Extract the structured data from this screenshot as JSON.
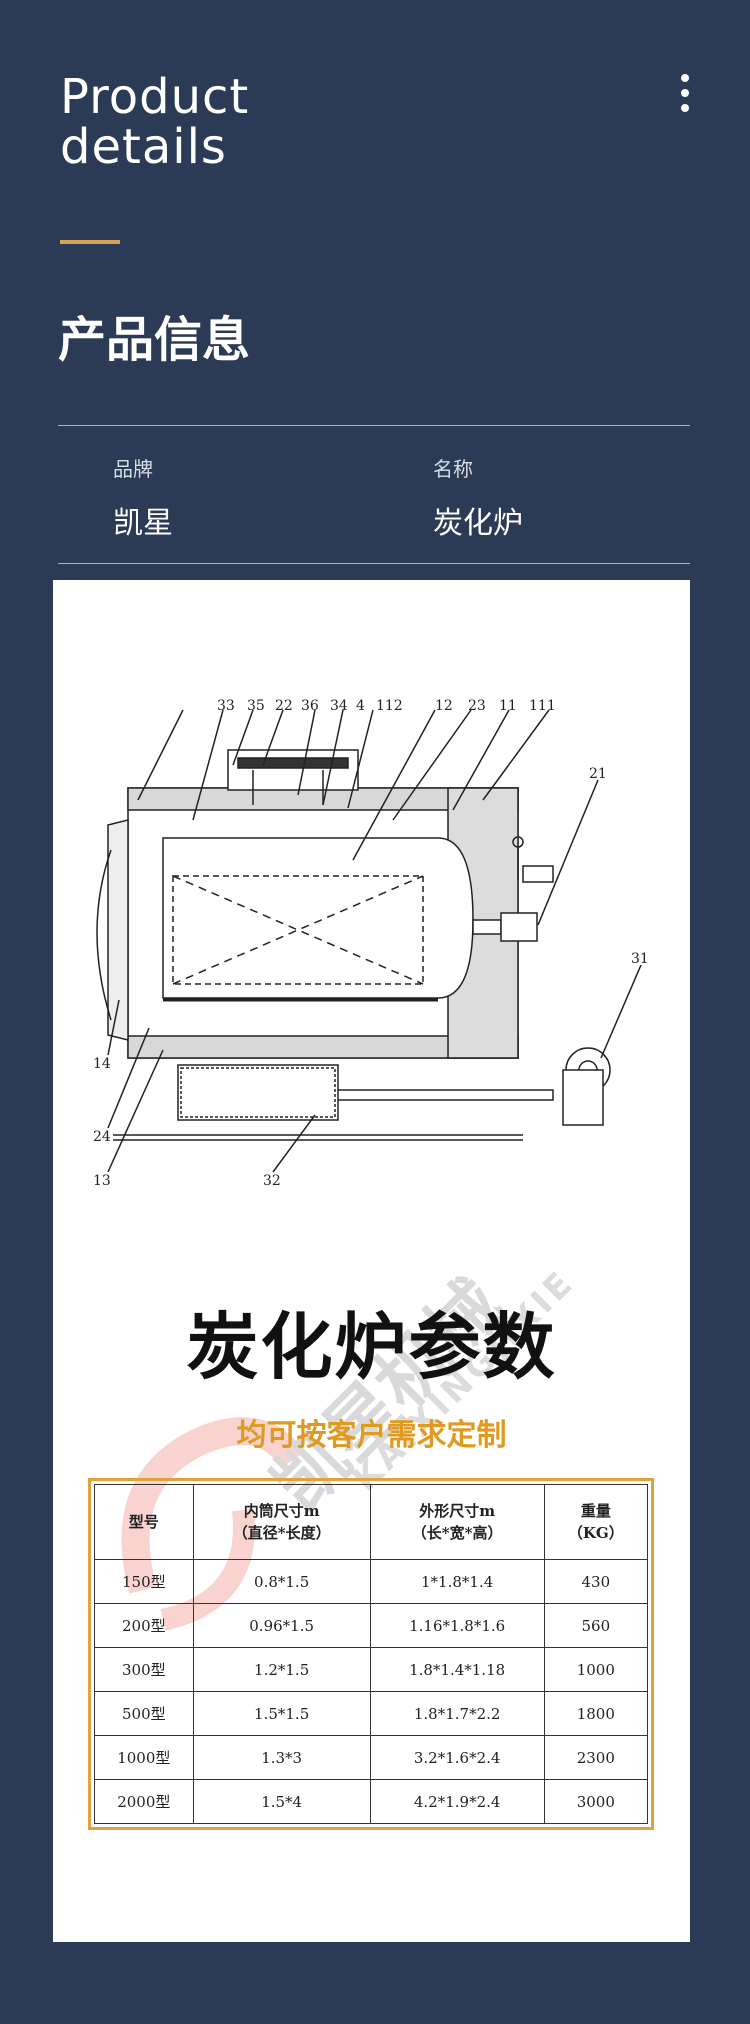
{
  "header": {
    "title_line1": "Product",
    "title_line2": "details",
    "section_title": "产品信息"
  },
  "info": {
    "brand_label": "品牌",
    "brand_value": "凯星",
    "name_label": "名称",
    "name_value": "炭化炉"
  },
  "diagram": {
    "callouts_top": [
      "33",
      "35",
      "22",
      "36",
      "34",
      "4",
      "112",
      "12",
      "23",
      "11",
      "111"
    ],
    "callouts_right": [
      "21",
      "31"
    ],
    "callouts_left": [
      "14",
      "24",
      "13"
    ],
    "callouts_bottom": [
      "32"
    ]
  },
  "watermark": {
    "text": "凯星机械",
    "text_en": "KAIXINGJIXIE"
  },
  "params": {
    "title": "炭化炉参数",
    "subtitle": "均可按客户需求定制",
    "headers": [
      {
        "l1": "型号",
        "l2": ""
      },
      {
        "l1": "内筒尺寸m",
        "l2": "（直径*长度）"
      },
      {
        "l1": "外形尺寸m",
        "l2": "（长*宽*高）"
      },
      {
        "l1": "重量",
        "l2": "（KG）"
      }
    ],
    "rows": [
      [
        "150型",
        "0.8*1.5",
        "1*1.8*1.4",
        "430"
      ],
      [
        "200型",
        "0.96*1.5",
        "1.16*1.8*1.6",
        "560"
      ],
      [
        "300型",
        "1.2*1.5",
        "1.8*1.4*1.18",
        "1000"
      ],
      [
        "500型",
        "1.5*1.5",
        "1.8*1.7*2.2",
        "1800"
      ],
      [
        "1000型",
        "1.3*3",
        "3.2*1.6*2.4",
        "2300"
      ],
      [
        "2000型",
        "1.5*4",
        "4.2*1.9*2.4",
        "3000"
      ]
    ]
  }
}
